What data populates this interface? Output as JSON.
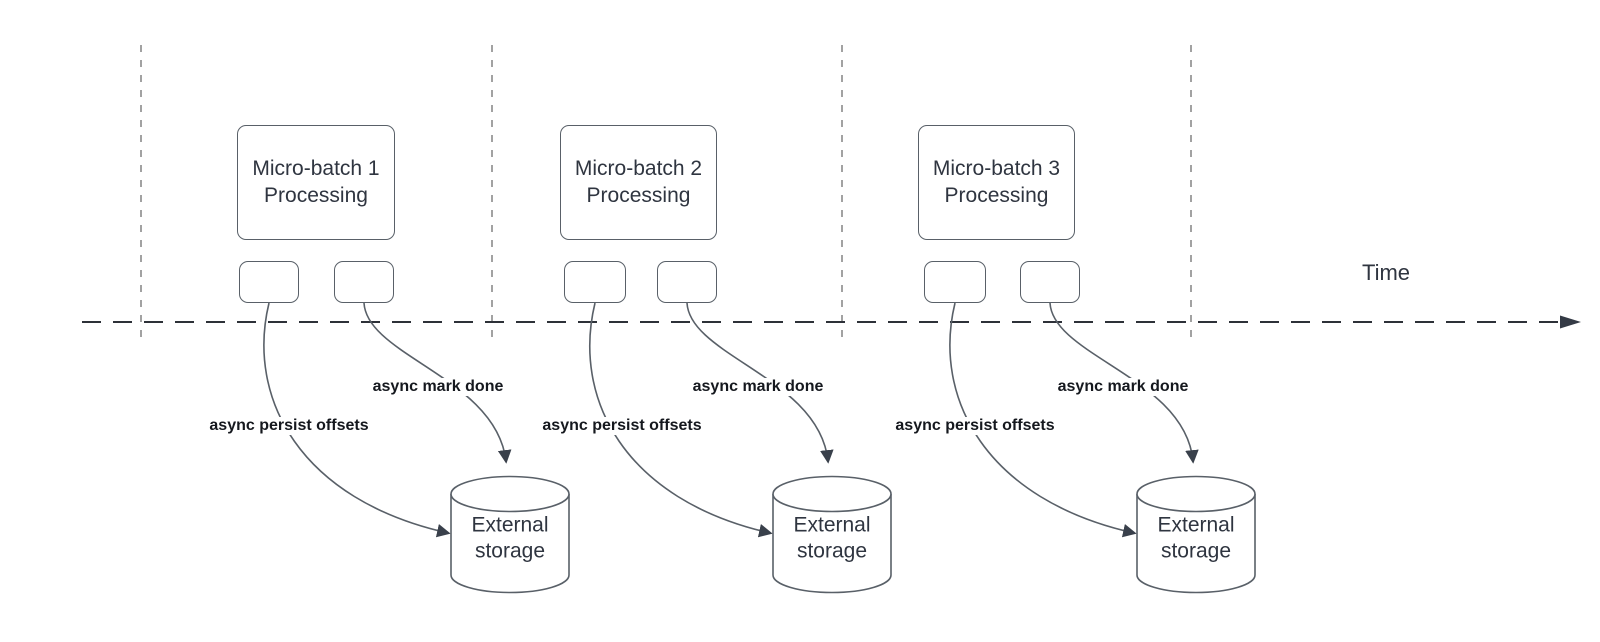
{
  "timeline": {
    "label": "Time"
  },
  "colors": {
    "background": "#ffffff",
    "shape_stroke": "#596068",
    "timeline_stroke": "#2d3138",
    "divider_stroke": "#a2a2a2",
    "arrowhead_fill": "#39404b",
    "node_text": "#2f3540",
    "edge_label_text": "#15181e"
  },
  "batches": [
    {
      "box_line1": "Micro-batch 1",
      "box_line2": "Processing",
      "persist_label": "async persist offsets",
      "done_label": "async mark done",
      "storage_line1": "External",
      "storage_line2": "storage"
    },
    {
      "box_line1": "Micro-batch 2",
      "box_line2": "Processing",
      "persist_label": "async persist offsets",
      "done_label": "async mark done",
      "storage_line1": "External",
      "storage_line2": "storage"
    },
    {
      "box_line1": "Micro-batch 3",
      "box_line2": "Processing",
      "persist_label": "async persist offsets",
      "done_label": "async mark done",
      "storage_line1": "External",
      "storage_line2": "storage"
    }
  ]
}
